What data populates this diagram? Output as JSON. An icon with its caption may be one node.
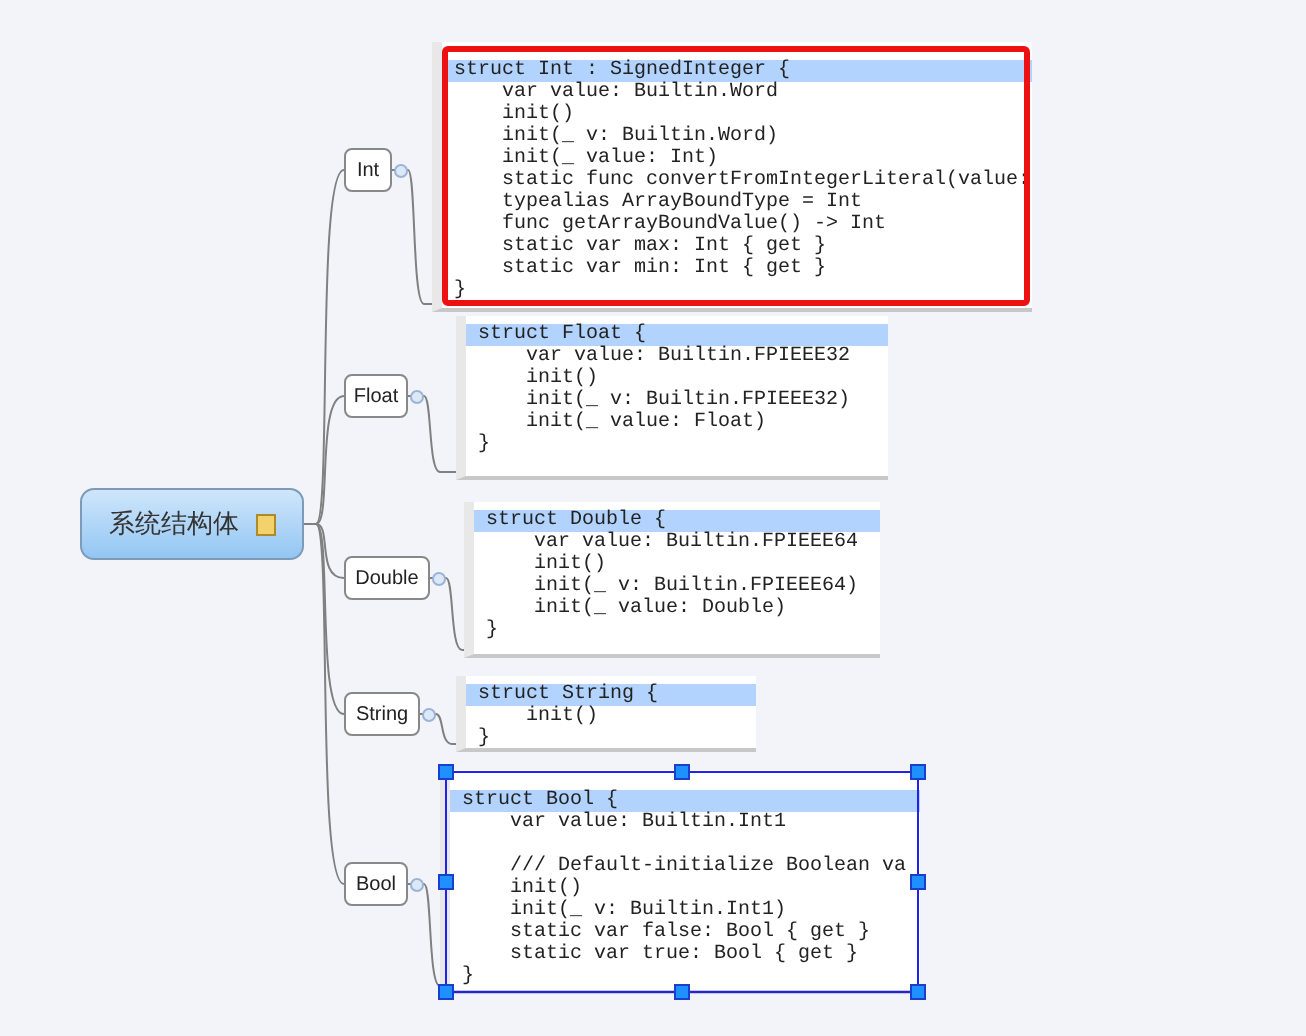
{
  "diagram": {
    "nodes": [
      {
        "text": [
          "系统结构体"
        ]
      },
      {
        "text": [
          "Int"
        ]
      },
      {
        "text": [
          "Float"
        ]
      },
      {
        "text": [
          "Double"
        ]
      },
      {
        "text": [
          "String"
        ]
      },
      {
        "text": [
          "Bool"
        ]
      },
      {
        "text": [
          "struct Int : SignedInteger {",
          "var value: Builtin.Word",
          "init()",
          "init(_ v: Builtin.Word)",
          "init(_ value: Int)",
          "static func convertFromIntegerLiteral(value:",
          "typealias ArrayBoundType = Int",
          "func getArrayBoundValue() -> Int",
          "static var max: Int { get }",
          "static var min: Int { get }",
          "}"
        ]
      },
      {
        "text": [
          "struct Float {",
          "var value: Builtin.FPIEEE32",
          "init()",
          "init(_ v: Builtin.FPIEEE32)",
          "init(_ value: Float)",
          "}"
        ]
      },
      {
        "text": [
          "struct Double {",
          "var value: Builtin.FPIEEE64",
          "init()",
          "init(_ v: Builtin.FPIEEE64)",
          "init(_ value: Double)",
          "}"
        ]
      },
      {
        "text": [
          "struct String {",
          "init()",
          "}"
        ]
      },
      {
        "text": [
          "struct Bool {",
          "var value: Builtin.Int1",
          "/// Default-initialize Boolean va",
          "init()",
          "init(_ v: Builtin.Int1)",
          "static var false: Bool { get }",
          "static var true: Bool { get }",
          "}"
        ]
      }
    ],
    "edges": [
      {
        "from": 0,
        "to": 1,
        "arrow": "none"
      },
      {
        "from": 0,
        "to": 2,
        "arrow": "none"
      },
      {
        "from": 0,
        "to": 3,
        "arrow": "none"
      },
      {
        "from": 0,
        "to": 4,
        "arrow": "none"
      },
      {
        "from": 0,
        "to": 5,
        "arrow": "none"
      },
      {
        "from": 1,
        "to": 6,
        "arrow": "none"
      },
      {
        "from": 2,
        "to": 7,
        "arrow": "none"
      },
      {
        "from": 3,
        "to": 8,
        "arrow": "none"
      },
      {
        "from": 4,
        "to": 9,
        "arrow": "none"
      },
      {
        "from": 5,
        "to": 10,
        "arrow": "none"
      }
    ]
  }
}
